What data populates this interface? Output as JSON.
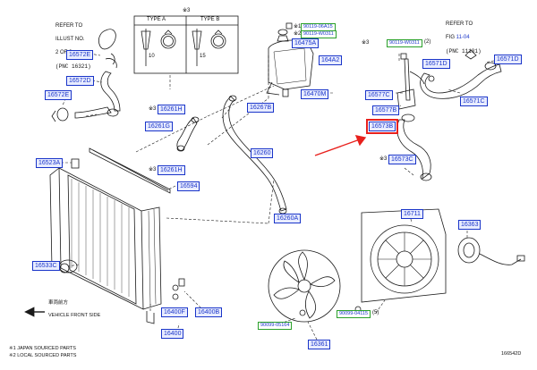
{
  "drawing_id": "166542D",
  "callouts": [
    {
      "id": "c16572E_a",
      "label": "16572E"
    },
    {
      "id": "c16572D",
      "label": "16572D"
    },
    {
      "id": "c16572E_b",
      "label": "16572E"
    },
    {
      "id": "c16523A",
      "label": "16523A"
    },
    {
      "id": "c16533C",
      "label": "16533C"
    },
    {
      "id": "c16261H_a",
      "label": "16261H"
    },
    {
      "id": "c16261G",
      "label": "16261G"
    },
    {
      "id": "c16261H_b",
      "label": "16261H"
    },
    {
      "id": "c16594",
      "label": "16594"
    },
    {
      "id": "c16267B",
      "label": "16267B"
    },
    {
      "id": "c16260",
      "label": "16260"
    },
    {
      "id": "c16260A",
      "label": "16260A"
    },
    {
      "id": "c16475A",
      "label": "16475A"
    },
    {
      "id": "c164A2",
      "label": "164A2"
    },
    {
      "id": "c16470M",
      "label": "16470M"
    },
    {
      "id": "c16571D_a",
      "label": "16571D"
    },
    {
      "id": "c16571D_b",
      "label": "16571D"
    },
    {
      "id": "c16571C",
      "label": "16571C"
    },
    {
      "id": "c16577C",
      "label": "16577C"
    },
    {
      "id": "c16577B",
      "label": "16577B"
    },
    {
      "id": "c16573B",
      "label": "16573B"
    },
    {
      "id": "c16573C",
      "label": "16573C"
    },
    {
      "id": "c16711",
      "label": "16711"
    },
    {
      "id": "c16363",
      "label": "16363"
    },
    {
      "id": "c16361",
      "label": "16361"
    },
    {
      "id": "c16400F",
      "label": "16400F"
    },
    {
      "id": "c16400B",
      "label": "16400B"
    },
    {
      "id": "c16400",
      "label": "16400"
    }
  ],
  "small_callouts": [
    {
      "id": "s1",
      "label": "90119-06A15"
    },
    {
      "id": "s2",
      "label": "90119-W0311"
    },
    {
      "id": "s3",
      "label": "90119-W0311"
    },
    {
      "id": "s4",
      "label": "90099-05164"
    },
    {
      "id": "s5",
      "label": "90099-04115"
    }
  ],
  "quantities": {
    "q_w0311": "(2)",
    "q_04115": "(5)"
  },
  "markers": {
    "m1": "※1",
    "m2": "※2",
    "m3a": "※3",
    "m3b": "※3",
    "m3c": "※3",
    "m3d": "※3"
  },
  "types_table": {
    "marker": "※3",
    "type_a": "TYPE A",
    "type_b": "TYPE B",
    "dim_a": "10",
    "dim_b": "15"
  },
  "refer_left": {
    "line1": "REFER TO",
    "line2": "ILLUST NO.",
    "line3": "2 OF 2",
    "line4": "(PNC 16321)"
  },
  "refer_right": {
    "line1": "REFER TO",
    "line2_pre": "FIG ",
    "line2_fig": "11-04",
    "line3": "(PNC 11101)"
  },
  "front": {
    "jp": "車両前方",
    "en": "VEHICLE FRONT SIDE"
  },
  "footnotes": {
    "n1": "※1 JAPAN SOURCED PARTS",
    "n2": "※2 LOCAL SOURCED PARTS"
  },
  "colors": {
    "callout": "#1a35c9",
    "callout_bg": "#e8ecff",
    "highlight": "#e8201c",
    "small_border": "#2aa02a"
  },
  "highlighted": "16573B"
}
